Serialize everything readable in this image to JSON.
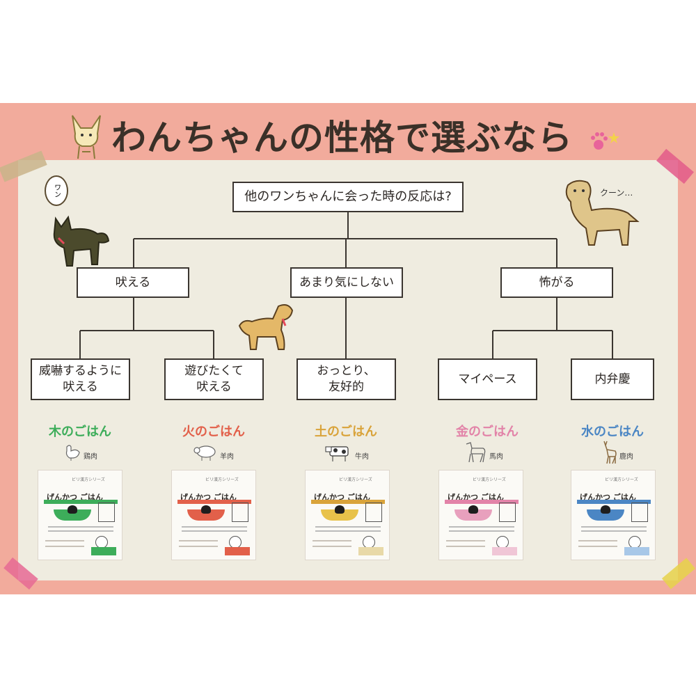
{
  "title": "わんちゃんの性格で選ぶなら",
  "question": "他のワンちゃんに会った時の反応は?",
  "level1": [
    "吠える",
    "あまり気にしない",
    "怖がる"
  ],
  "level2": [
    "威嚇するように\n吠える",
    "遊びたくて\n吠える",
    "おっとり、\n友好的",
    "マイペース",
    "内弁慶"
  ],
  "foods": [
    {
      "name": "木のごはん",
      "meat": "鶏肉",
      "color": "#3dad5a"
    },
    {
      "name": "火のごはん",
      "meat": "羊肉",
      "color": "#e2604a"
    },
    {
      "name": "土のごはん",
      "meat": "牛肉",
      "color": "#d9a33a"
    },
    {
      "name": "金のごはん",
      "meat": "馬肉",
      "color": "#e283a8"
    },
    {
      "name": "水のごはん",
      "meat": "鹿肉",
      "color": "#4b86c4"
    }
  ],
  "speech_left": "ワン",
  "speech_right": "クーン…",
  "package": {
    "brand": "げんかつ ごはん",
    "series": "ビリ漢方シリーズ"
  },
  "colors": {
    "frame": "#f2ab9c",
    "board": "#efece0",
    "line": "#3a3530"
  }
}
